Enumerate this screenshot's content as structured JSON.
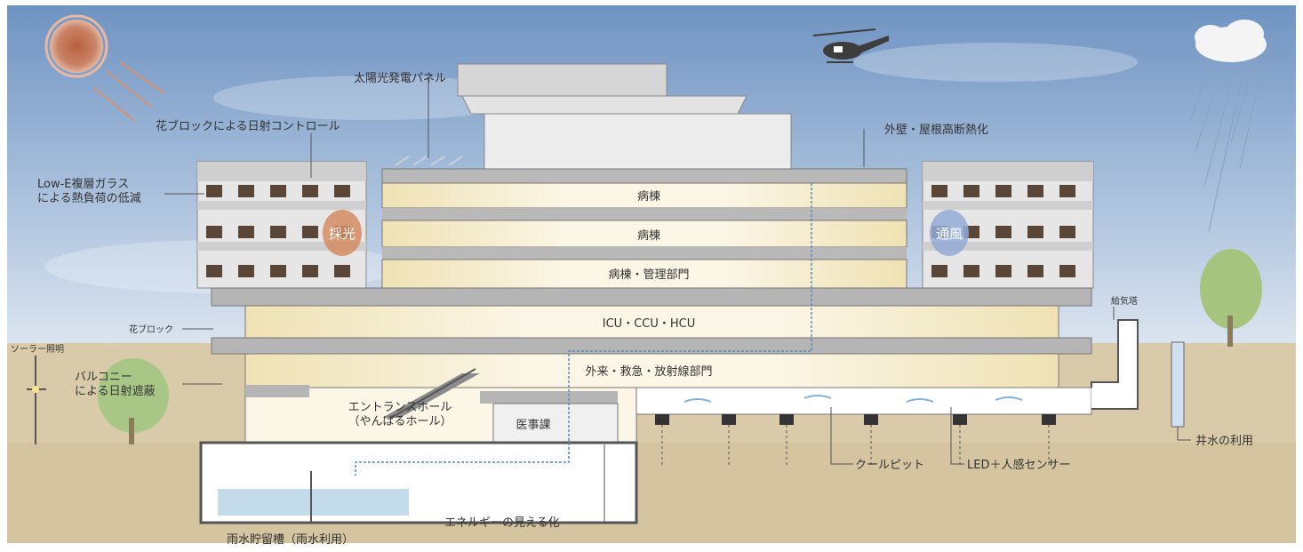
{
  "floors": {
    "ward1": "病棟",
    "ward2": "病棟",
    "ward_admin": "病棟・管理部門",
    "icu": "ICU・CCU・HCU",
    "outpatient": "外来・救急・放射線部門",
    "medical_affairs": "医事課",
    "entrance_hall_1": "エントランスホール",
    "entrance_hall_2": "（やんばるホール）"
  },
  "callouts": {
    "solar_panel": "太陽光発電パネル",
    "flower_block_control": "花ブロックによる日射コントロール",
    "low_e_1": "Low-E複層ガラス",
    "low_e_2": "による熱負荷の低減",
    "flower_block": "花ブロック",
    "solar_light": "ソーラー照明",
    "balcony_1": "バルコニー",
    "balcony_2": "による日射遮蔽",
    "exterior_insulation": "外壁・屋根高断熱化",
    "exhaust_tower": "給気塔",
    "well_water": "井水の利用",
    "cool_pit": "クールピット",
    "led_sensor": "LED＋人感センサー",
    "energy_visual": "エネルギーの見える化",
    "rainwater_tank": "雨水貯留槽（雨水利用）"
  },
  "badges": {
    "daylight": "採光",
    "ventilation": "通風"
  },
  "colors": {
    "sky": "#7f9fc6",
    "ground": "#d8c9a8",
    "slab": "#b4b4b4",
    "floor_glow": "#f3e9c6",
    "sun": "#c9775a",
    "daylight_badge": "#d38a63",
    "ventilation_badge": "#8fa8d4",
    "window": "#5a4636"
  },
  "icons": [
    "sun-icon",
    "helicopter-icon",
    "rain-cloud-icon",
    "tree-icon",
    "solar-light-icon"
  ]
}
